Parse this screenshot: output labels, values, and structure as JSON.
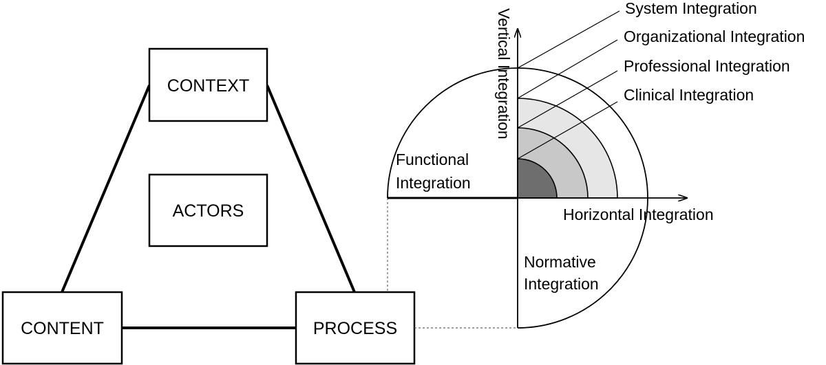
{
  "triangle_model": {
    "context": "CONTEXT",
    "actors": "ACTORS",
    "content": "CONTENT",
    "process": "PROCESS"
  },
  "integration_model": {
    "axes": {
      "vertical": [
        "Vertical",
        "Integration"
      ],
      "horizontal": "Horizontal Integration"
    },
    "levels": [
      "System Integration",
      "Organizational Integration",
      "Professional Integration",
      "Clinical Integration"
    ],
    "functional": [
      "Functional",
      "Integration"
    ],
    "normative": [
      "Normative",
      "Integration"
    ]
  },
  "colors": {
    "clinical_fill": "#6e6e6e",
    "professional_fill": "#c8c8c8",
    "organizational_fill": "#e6e6e6"
  }
}
